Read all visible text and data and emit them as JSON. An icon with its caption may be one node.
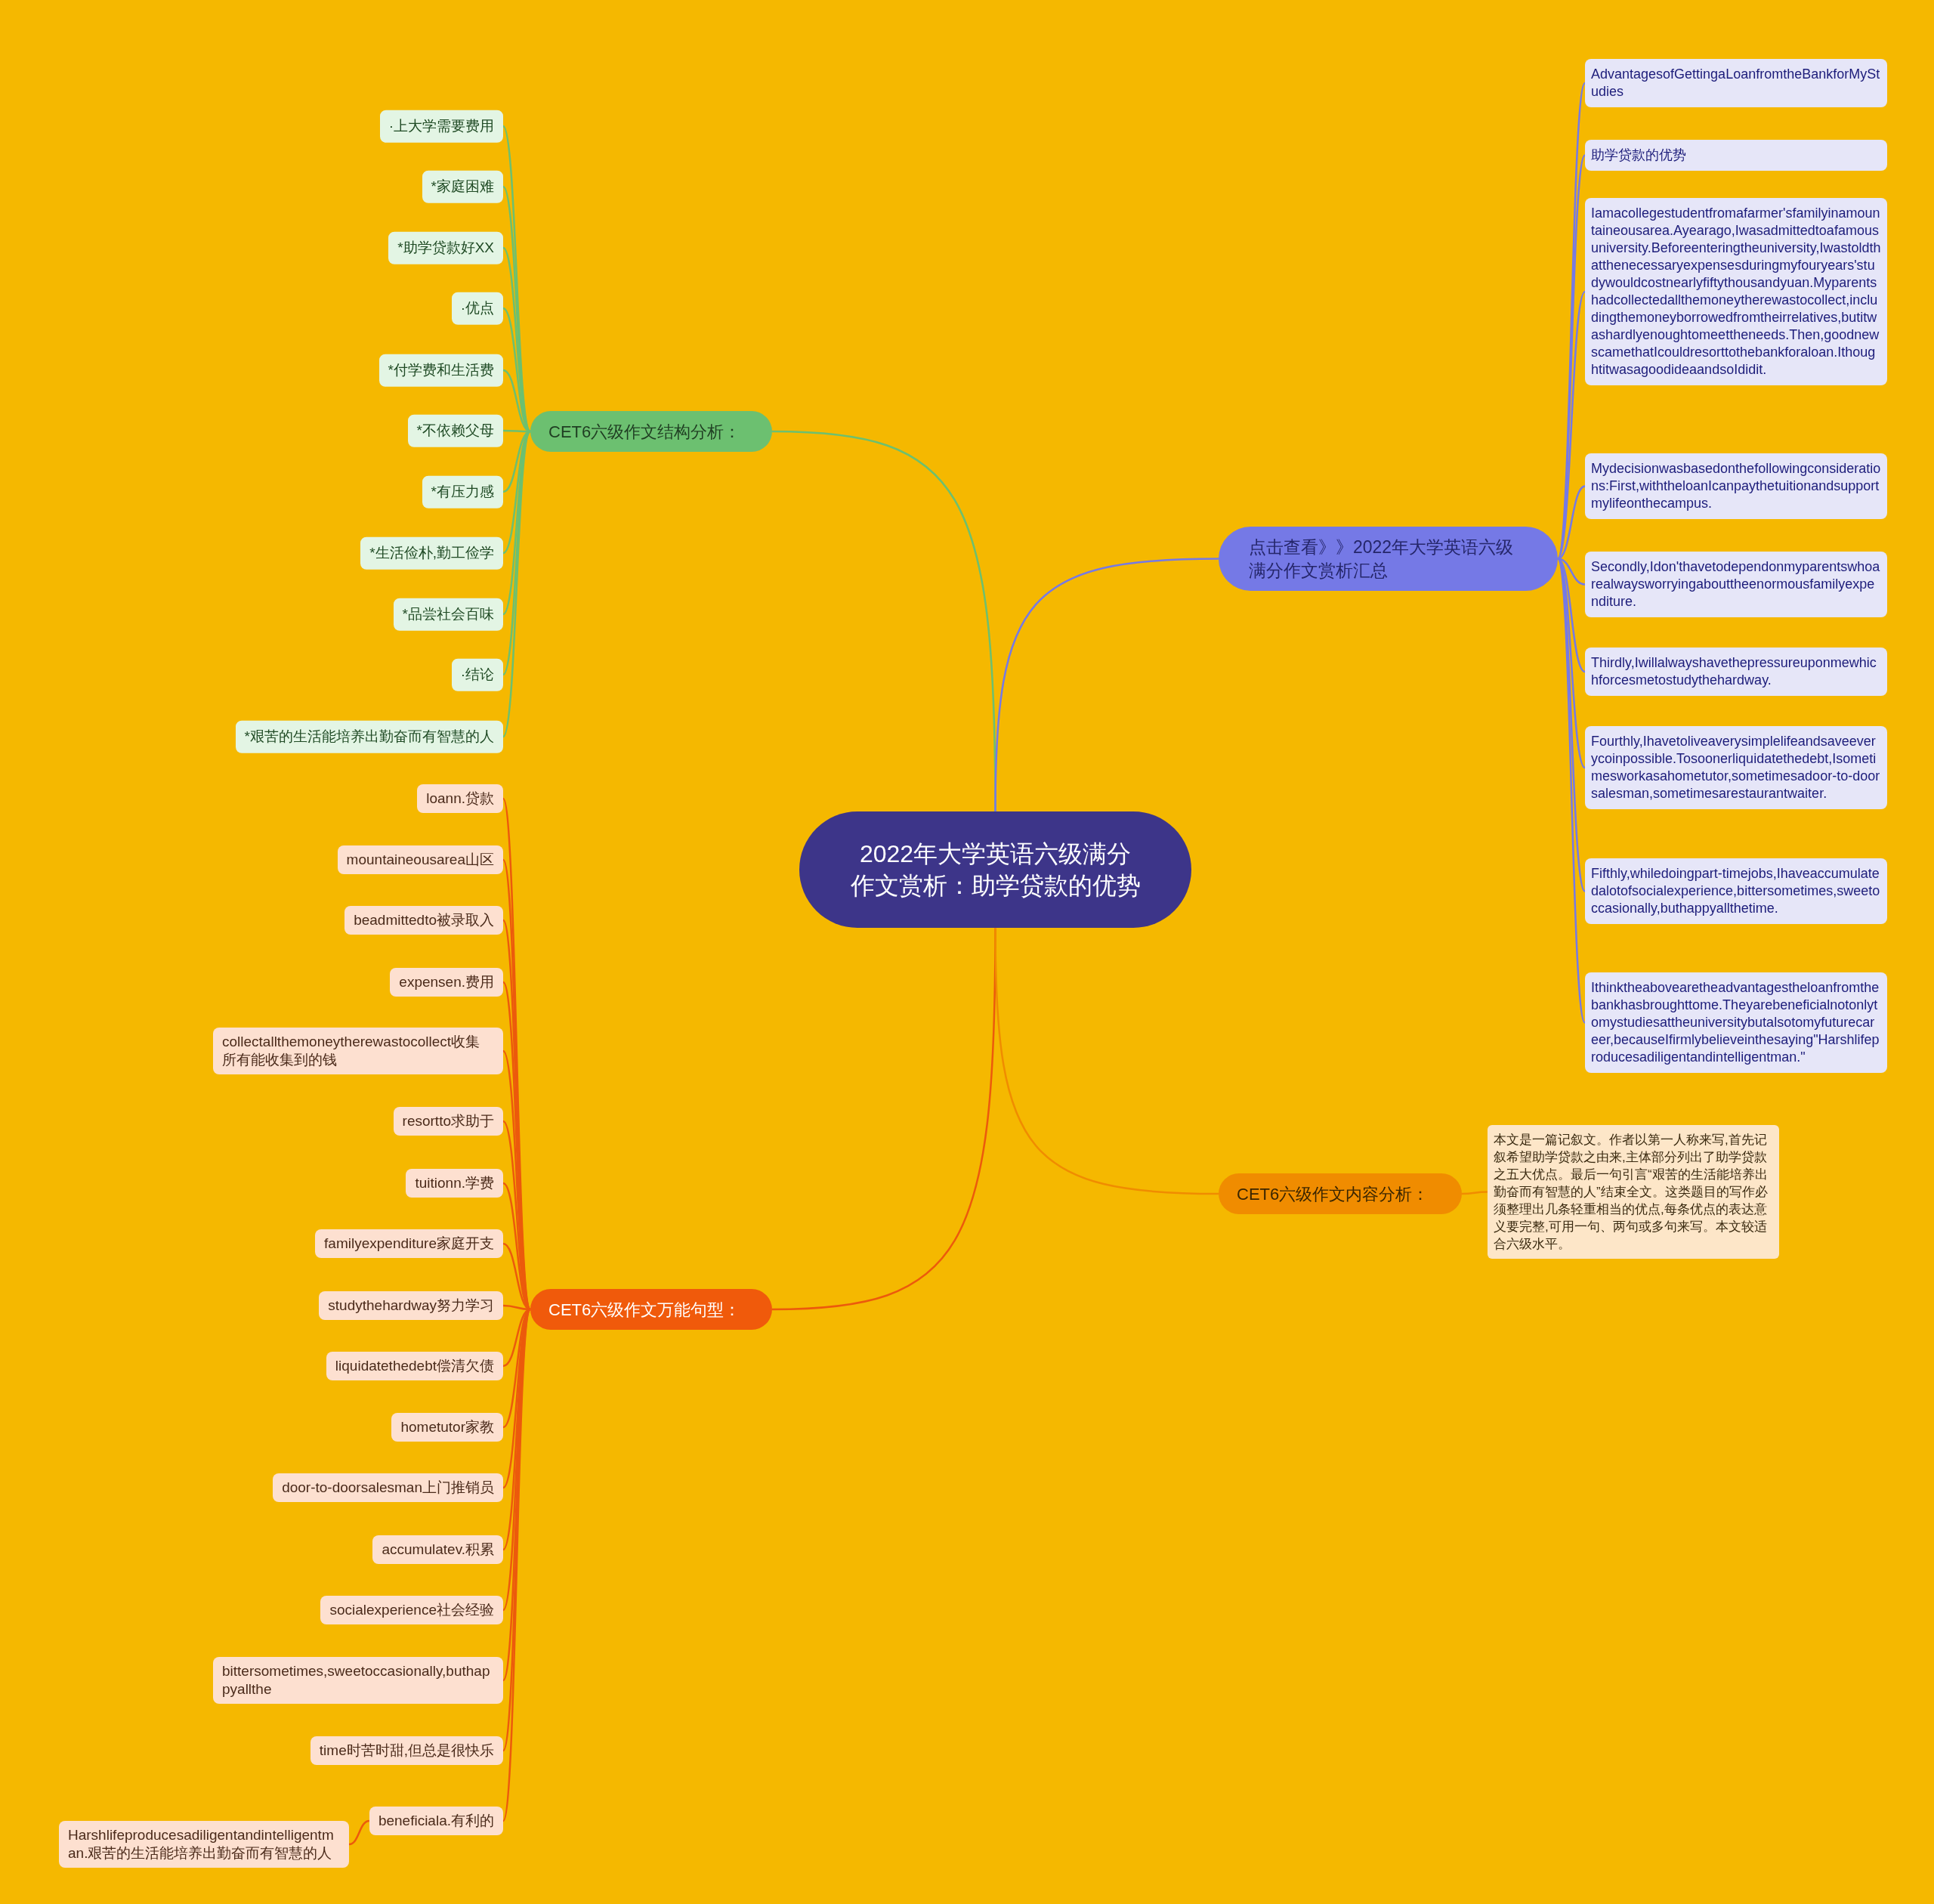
{
  "diagram": {
    "nodes": [
      {
        "text": [
          "2022年大学英语六级满分作文赏析：助学贷款的优势"
        ]
      },
      {
        "text": [
          "CET6六级作文结构分析："
        ]
      },
      {
        "text": [
          "·上大学需要费用"
        ]
      },
      {
        "text": [
          "*家庭困难"
        ]
      },
      {
        "text": [
          "*助学贷款好XX"
        ]
      },
      {
        "text": [
          "·优点"
        ]
      },
      {
        "text": [
          "*付学费和生活费"
        ]
      },
      {
        "text": [
          "*不依赖父母"
        ]
      },
      {
        "text": [
          "*有压力感"
        ]
      },
      {
        "text": [
          "*生活俭朴,勤工俭学"
        ]
      },
      {
        "text": [
          "*品尝社会百味"
        ]
      },
      {
        "text": [
          "·结论"
        ]
      },
      {
        "text": [
          "*艰苦的生活能培养出勤奋而有智慧的人"
        ]
      },
      {
        "text": [
          "CET6六级作文万能句型："
        ]
      },
      {
        "text": [
          "loann.贷款"
        ]
      },
      {
        "text": [
          "mountaineousarea山区"
        ]
      },
      {
        "text": [
          "beadmittedto被录取入"
        ]
      },
      {
        "text": [
          "expensen.费用"
        ]
      },
      {
        "text": [
          "collectallthemoneytherewastocollect收集所有能收集到的钱"
        ]
      },
      {
        "text": [
          "resortto求助于"
        ]
      },
      {
        "text": [
          "tuitionn.学费"
        ]
      },
      {
        "text": [
          "familyexpenditure家庭开支"
        ]
      },
      {
        "text": [
          "studythehardway努力学习"
        ]
      },
      {
        "text": [
          "liquidatethedebt偿清欠债"
        ]
      },
      {
        "text": [
          "hometutor家教"
        ]
      },
      {
        "text": [
          "door-to-doorsalesman上门推销员"
        ]
      },
      {
        "text": [
          "accumulatev.积累"
        ]
      },
      {
        "text": [
          "socialexperience社会经验"
        ]
      },
      {
        "text": [
          "bittersometimes,sweetoccasionally,buthappyallthe"
        ]
      },
      {
        "text": [
          "time时苦时甜,但总是很快乐"
        ]
      },
      {
        "text": [
          "beneficiala.有利的"
        ]
      },
      {
        "text": [
          "Harshlifeproducesadiligentandintelligentman.艰苦的生活能培养出勤奋而有智慧的人"
        ]
      },
      {
        "text": [
          "点击查看》》2022年大学英语六级满分作文赏析汇总"
        ]
      },
      {
        "text": [
          "AdvantagesofGettingaLoanfromtheBankforMyStudies"
        ]
      },
      {
        "text": [
          "助学贷款的优势"
        ]
      },
      {
        "text": [
          "Iamacollegestudentfromafarmer'sfamilyinamountaineousarea.Ayearago,Iwasadmittedtoafamousuniversity.Beforeenteringtheuniversity,Iwastoldthatthenecessaryexpensesduringmyfouryears'studywouldcostnearlyfiftythousandyuan.Myparentshadcollectedallthemoneytherewastocollect,includingthemoneyborrowedfromtheirrelatives,butitwashardlyenoughtomeettheneeds.Then,goodnewscamethatIcouldresorttothebankforaloan.IthoughtitwasagoodideaandsoIdidit."
        ]
      },
      {
        "text": [
          "Mydecisionwasbasedonthefollowingconsiderations:First,withtheloanIcanpaythetuitionandsupportmylifeonthecampus."
        ]
      },
      {
        "text": [
          "Secondly,Idon'thavetodependonmyparentswhoarealwaysworryingabouttheenormousfamilyexpenditure."
        ]
      },
      {
        "text": [
          "Thirdly,Iwillalwayshavethepressureuponmewhichforcesmetostudythehardway."
        ]
      },
      {
        "text": [
          "Fourthly,Ihavetoliveaverysimplelifeandsaveeverycoinpossible.Tosoonerliquidatethedebt,Isometimesworkasahometutor,sometimesadoor-to-doorsalesman,sometimesarestaurantwaiter."
        ]
      },
      {
        "text": [
          "Fifthly,whiledoingpart-timejobs,Ihaveaccumulatedalotofsocialexperience,bittersometimes,sweetoccasionally,buthappyallthetime."
        ]
      },
      {
        "text": [
          "Ithinktheabovearetheadvantagestheloanfromthebankhasbroughttome.Theyarebeneficialnotonlytomystudiesattheuniversitybutalsotomyfuturecareer,becauseIfirmlybelieveinthesaying\"Harshlifeproducesadiligentandintelligentman.\""
        ]
      },
      {
        "text": [
          "CET6六级作文内容分析："
        ]
      },
      {
        "text": [
          "本文是一篇记叙文。作者以第一人称来写,首先记叙希望助学贷款之由来,主体部分列出了助学贷款之五大优点。最后一句引言“艰苦的生活能培养出勤奋而有智慧的人”结束全文。这类题目的写作必须整理出几条轻重相当的优点,每条优点的表达意义要完整,可用一句、两句或多句来写。本文较适合六级水平。"
        ]
      }
    ],
    "edges": [
      {
        "from": 0,
        "to": 1,
        "arrow": "none",
        "color": "#6cc070"
      },
      {
        "from": 1,
        "to": 2,
        "arrow": "none",
        "color": "#6cc070"
      },
      {
        "from": 1,
        "to": 3,
        "arrow": "none",
        "color": "#6cc070"
      },
      {
        "from": 1,
        "to": 4,
        "arrow": "none",
        "color": "#6cc070"
      },
      {
        "from": 1,
        "to": 5,
        "arrow": "none",
        "color": "#6cc070"
      },
      {
        "from": 1,
        "to": 6,
        "arrow": "none",
        "color": "#6cc070"
      },
      {
        "from": 1,
        "to": 7,
        "arrow": "none",
        "color": "#6cc070"
      },
      {
        "from": 1,
        "to": 8,
        "arrow": "none",
        "color": "#6cc070"
      },
      {
        "from": 1,
        "to": 9,
        "arrow": "none",
        "color": "#6cc070"
      },
      {
        "from": 1,
        "to": 10,
        "arrow": "none",
        "color": "#6cc070"
      },
      {
        "from": 1,
        "to": 11,
        "arrow": "none",
        "color": "#6cc070"
      },
      {
        "from": 1,
        "to": 12,
        "arrow": "none",
        "color": "#6cc070"
      },
      {
        "from": 0,
        "to": 13,
        "arrow": "none"
      },
      {
        "from": 13,
        "to": 14,
        "arrow": "none"
      },
      {
        "from": 13,
        "to": 15,
        "arrow": "none"
      },
      {
        "from": 13,
        "to": 16,
        "arrow": "none"
      },
      {
        "from": 13,
        "to": 17,
        "arrow": "none"
      },
      {
        "from": 13,
        "to": 18,
        "arrow": "none"
      },
      {
        "from": 13,
        "to": 19,
        "arrow": "none"
      },
      {
        "from": 13,
        "to": 20,
        "arrow": "none"
      },
      {
        "from": 13,
        "to": 21,
        "arrow": "none"
      },
      {
        "from": 13,
        "to": 22,
        "arrow": "none"
      },
      {
        "from": 13,
        "to": 23,
        "arrow": "none"
      },
      {
        "from": 13,
        "to": 24,
        "arrow": "none"
      },
      {
        "from": 13,
        "to": 25,
        "arrow": "none"
      },
      {
        "from": 13,
        "to": 26,
        "arrow": "none"
      },
      {
        "from": 13,
        "to": 27,
        "arrow": "none"
      },
      {
        "from": 13,
        "to": 28,
        "arrow": "none"
      },
      {
        "from": 13,
        "to": 29,
        "arrow": "none"
      },
      {
        "from": 13,
        "to": 30,
        "arrow": "none"
      },
      {
        "from": 30,
        "to": 31,
        "arrow": "none"
      },
      {
        "from": 0,
        "to": 32,
        "arrow": "none",
        "color": "#7579e6"
      },
      {
        "from": 32,
        "to": 33,
        "arrow": "none",
        "color": "#7579e6"
      },
      {
        "from": 32,
        "to": 34,
        "arrow": "none",
        "color": "#7579e6"
      },
      {
        "from": 32,
        "to": 35,
        "arrow": "none",
        "color": "#7579e6"
      },
      {
        "from": 32,
        "to": 36,
        "arrow": "none",
        "color": "#7579e6"
      },
      {
        "from": 32,
        "to": 37,
        "arrow": "none",
        "color": "#7579e6"
      },
      {
        "from": 32,
        "to": 38,
        "arrow": "none",
        "color": "#7579e6"
      },
      {
        "from": 32,
        "to": 39,
        "arrow": "none",
        "color": "#7579e6"
      },
      {
        "from": 32,
        "to": 40,
        "arrow": "none",
        "color": "#7579e6"
      },
      {
        "from": 32,
        "to": 41,
        "arrow": "none",
        "color": "#7579e6"
      },
      {
        "from": 0,
        "to": 42,
        "arrow": "none",
        "color": "#f08c00"
      },
      {
        "from": 42,
        "to": 43,
        "arrow": "none",
        "color": "#f08c00"
      }
    ]
  }
}
